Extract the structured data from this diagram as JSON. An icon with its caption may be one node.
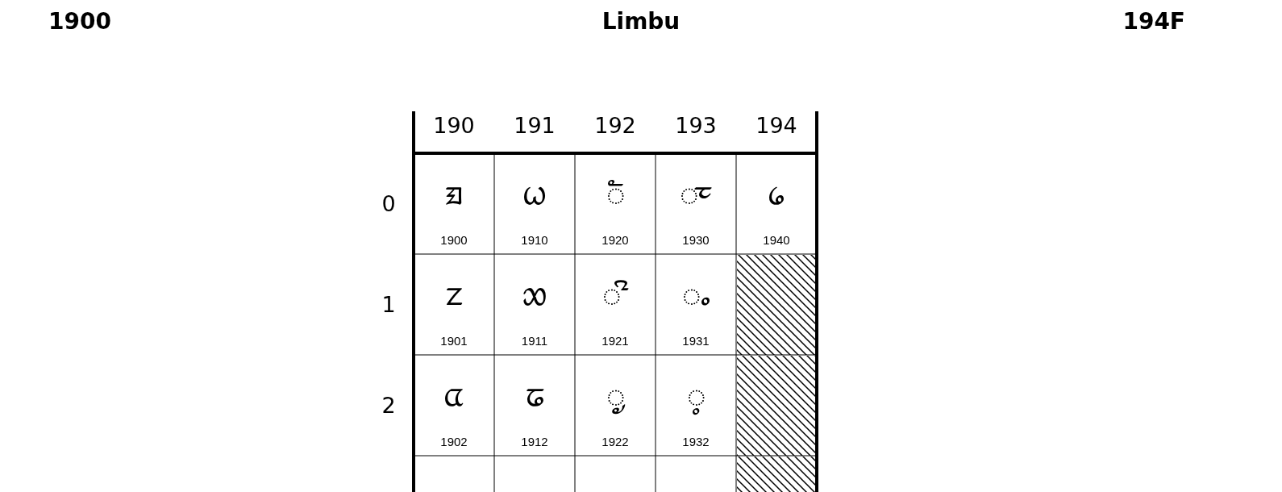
{
  "diagram": {
    "title": "Limbu",
    "labels": [
      "1900",
      "194F",
      "190",
      "191",
      "192",
      "193",
      "194",
      "0",
      "ᤀ",
      "1900",
      "ᤐ",
      "1910",
      "◌ᤠ",
      "1920",
      "◌ᤰ",
      "1930",
      "᥀",
      "1940",
      "1",
      "ᤁ",
      "1901",
      "ᤑ",
      "1911",
      "◌ᤡ",
      "1921",
      "◌ᤱ",
      "1931",
      "2",
      "ᤂ",
      "1902",
      "ᤒ",
      "1912",
      "◌ᤢ",
      "1922",
      "◌ᤲ",
      "1932"
    ]
  }
}
